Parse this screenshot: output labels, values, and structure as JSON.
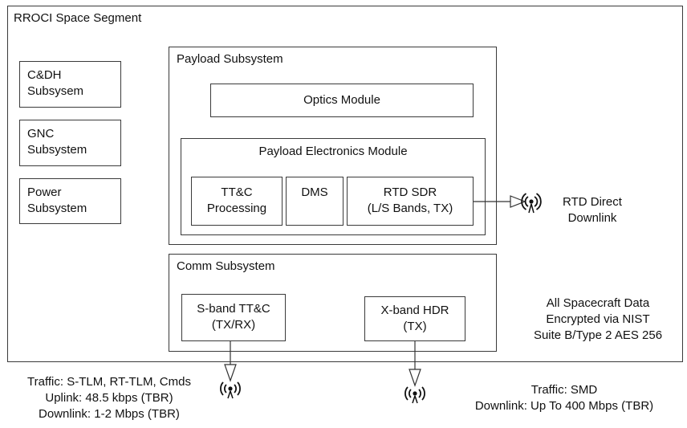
{
  "space_segment": {
    "title": "RROCI Space Segment",
    "subsystems": {
      "cdh": "C&DH\nSubsysem",
      "gnc": "GNC\nSubsystem",
      "power": "Power\nSubsystem"
    }
  },
  "payload": {
    "title": "Payload Subsystem",
    "optics": "Optics Module",
    "electronics": {
      "title": "Payload Electronics Module",
      "ttc": "TT&C\nProcessing",
      "dms": "DMS",
      "rtd_sdr": "RTD SDR\n(L/S Bands, TX)"
    }
  },
  "comm": {
    "title": "Comm Subsystem",
    "sband": "S-band TT&C\n(TX/RX)",
    "xband": "X-band HDR\n(TX)"
  },
  "rtd_downlink": "RTD Direct\nDownlink",
  "encryption_note": "All Spacecraft Data\nEncrypted via NIST\nSuite B/Type 2 AES 256",
  "sband_traffic": "Traffic: S-TLM, RT-TLM, Cmds\nUplink: 48.5 kbps (TBR)\nDownlink: 1-2 Mbps (TBR)",
  "xband_traffic": "Traffic: SMD\nDownlink: Up To 400 Mbps (TBR)"
}
